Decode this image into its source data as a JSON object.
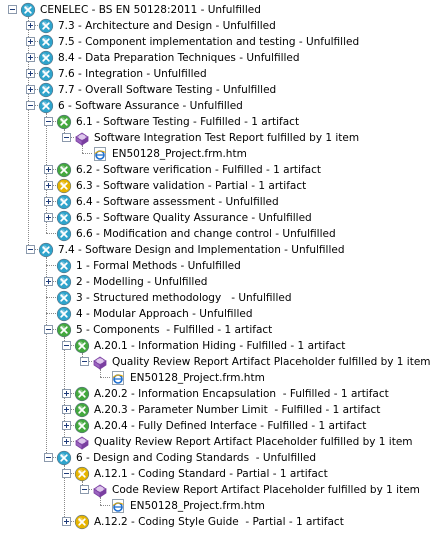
{
  "tree": [
    {
      "label": "CENELEC - BS EN 50128:2011 - Unfulfilled",
      "icon": "blue-x",
      "depth": 0,
      "exp": "minus"
    },
    {
      "label": "7.3 - Architecture and Design - Unfulfilled",
      "icon": "blue-x",
      "depth": 1,
      "exp": "plus"
    },
    {
      "label": "7.5 - Component implementation and testing - Unfulfilled",
      "icon": "blue-x",
      "depth": 1,
      "exp": "plus"
    },
    {
      "label": "8.4 - Data Preparation Techniques - Unfulfilled",
      "icon": "blue-x",
      "depth": 1,
      "exp": "plus"
    },
    {
      "label": "7.6 - Integration - Unfulfilled",
      "icon": "blue-x",
      "depth": 1,
      "exp": "plus"
    },
    {
      "label": "7.7 - Overall Software Testing - Unfulfilled",
      "icon": "blue-x",
      "depth": 1,
      "exp": "plus"
    },
    {
      "label": "6 - Software Assurance - Unfulfilled",
      "icon": "blue-x",
      "depth": 1,
      "exp": "minus"
    },
    {
      "label": "6.1 - Software Testing - Fulfilled - 1 artifact",
      "icon": "green-check",
      "depth": 2,
      "exp": "minus"
    },
    {
      "label": "Software Integration Test Report fulfilled by 1 item",
      "icon": "artifact",
      "depth": 3,
      "exp": "minus"
    },
    {
      "label": "EN50128_Project.frm.htm",
      "icon": "ie-file",
      "depth": 4,
      "exp": null
    },
    {
      "label": "6.2 - Software verification - Fulfilled - 1 artifact",
      "icon": "green-check",
      "depth": 2,
      "exp": "plus"
    },
    {
      "label": "6.3 - Software validation - Partial - 1 artifact",
      "icon": "yellow-partial",
      "depth": 2,
      "exp": "plus"
    },
    {
      "label": "6.4 - Software assessment - Unfulfilled",
      "icon": "blue-x",
      "depth": 2,
      "exp": "plus"
    },
    {
      "label": "6.5 - Software Quality Assurance - Unfulfilled",
      "icon": "blue-x",
      "depth": 2,
      "exp": "plus"
    },
    {
      "label": "6.6 - Modification and change control - Unfulfilled",
      "icon": "blue-x",
      "depth": 2,
      "exp": null
    },
    {
      "label": "7.4 - Software Design and Implementation - Unfulfilled",
      "icon": "blue-x",
      "depth": 1,
      "exp": "minus"
    },
    {
      "label": "1 - Formal Methods - Unfulfilled",
      "icon": "blue-x",
      "depth": 2,
      "exp": null
    },
    {
      "label": "2 - Modelling - Unfulfilled",
      "icon": "blue-x",
      "depth": 2,
      "exp": "plus"
    },
    {
      "label": "3 - Structured methodology   - Unfulfilled",
      "icon": "blue-x",
      "depth": 2,
      "exp": null
    },
    {
      "label": "4 - Modular Approach - Unfulfilled",
      "icon": "blue-x",
      "depth": 2,
      "exp": null
    },
    {
      "label": "5 - Components  - Fulfilled - 1 artifact",
      "icon": "green-check",
      "depth": 2,
      "exp": "minus"
    },
    {
      "label": "A.20.1 - Information Hiding - Fulfilled - 1 artifact",
      "icon": "green-check",
      "depth": 3,
      "exp": "minus"
    },
    {
      "label": "Quality Review Report Artifact Placeholder fulfilled by 1 item",
      "icon": "artifact",
      "depth": 4,
      "exp": "minus"
    },
    {
      "label": "EN50128_Project.frm.htm",
      "icon": "ie-file",
      "depth": 5,
      "exp": null
    },
    {
      "label": "A.20.2 - Information Encapsulation  - Fulfilled - 1 artifact",
      "icon": "green-check",
      "depth": 3,
      "exp": "plus"
    },
    {
      "label": "A.20.3 - Parameter Number Limit  - Fulfilled - 1 artifact",
      "icon": "green-check",
      "depth": 3,
      "exp": "plus"
    },
    {
      "label": "A.20.4 - Fully Defined Interface - Fulfilled - 1 artifact",
      "icon": "green-check",
      "depth": 3,
      "exp": "plus"
    },
    {
      "label": "Quality Review Report Artifact Placeholder fulfilled by 1 item",
      "icon": "artifact",
      "depth": 3,
      "exp": "plus"
    },
    {
      "label": "6 - Design and Coding Standards  - Unfulfilled",
      "icon": "blue-x",
      "depth": 2,
      "exp": "minus"
    },
    {
      "label": "A.12.1 - Coding Standard - Partial - 1 artifact",
      "icon": "yellow-partial",
      "depth": 3,
      "exp": "minus"
    },
    {
      "label": "Code Review Report Artifact Placeholder fulfilled by 1 item",
      "icon": "artifact",
      "depth": 4,
      "exp": "minus"
    },
    {
      "label": "EN50128_Project.frm.htm",
      "icon": "ie-file",
      "depth": 5,
      "exp": null
    },
    {
      "label": "A.12.2 - Coding Style Guide  - Partial - 1 artifact",
      "icon": "yellow-partial",
      "depth": 3,
      "exp": "plus"
    }
  ],
  "colors": {
    "blue": "#2fa4cc",
    "green": "#43a83e",
    "yellow": "#e6b400",
    "purple": "#7a3fa0",
    "connector": "#8a8a8a"
  }
}
